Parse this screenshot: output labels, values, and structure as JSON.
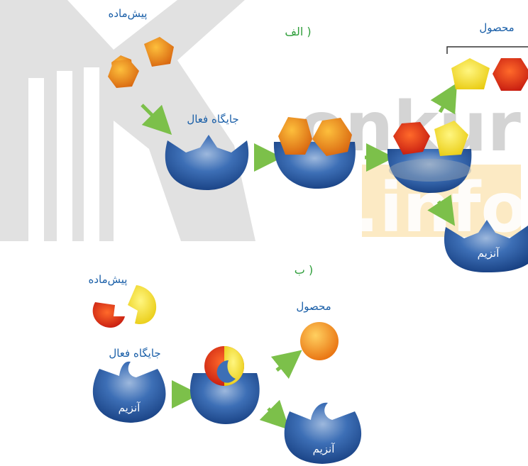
{
  "watermark": {
    "line1": "onkur",
    "line2": ".info"
  },
  "part_a": {
    "label": "الف )",
    "substrate_label": "پیش‌ماده",
    "active_site_label": "جایگاه فعال",
    "product_label": "محصول",
    "enzyme_label": "آنزیم"
  },
  "part_b": {
    "label": "ب )",
    "substrate_label": "پیش‌ماده",
    "active_site_label": "جایگاه فعال",
    "product_label": "محصول",
    "enzyme_label_1": "آنزیم",
    "enzyme_label_2": "آنزیم"
  },
  "colors": {
    "enzyme_blue": "#2a5ea8",
    "substrate_orange": "#f08a1c",
    "product_yellow": "#f5e61a",
    "product_red": "#e0281c",
    "arrow_green": "#7cc04a",
    "label_blue": "#1a5fa8",
    "label_green": "#2e9e3a",
    "watermark_gray": "#d6d6d6",
    "watermark_orange": "#fbe3b0"
  }
}
